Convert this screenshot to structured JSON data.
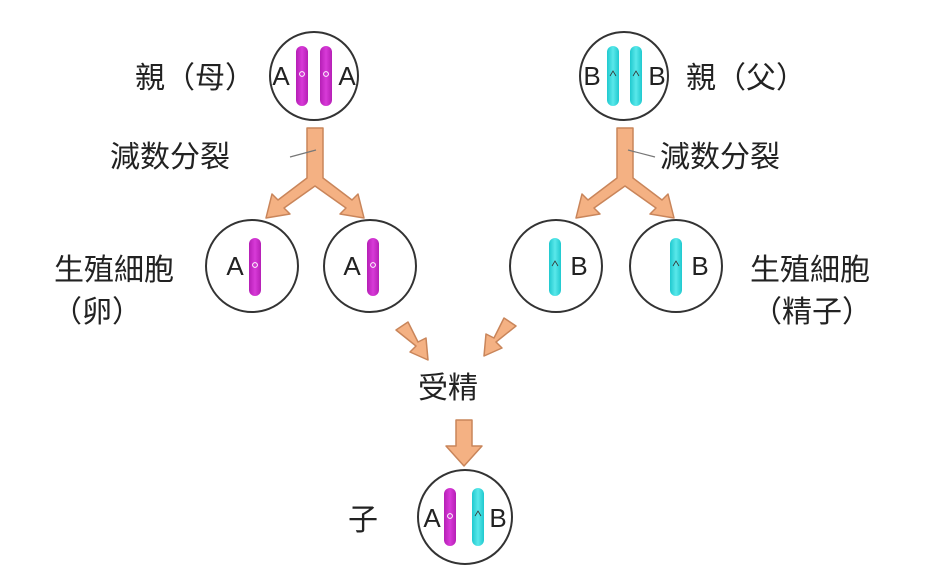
{
  "labels": {
    "parent_mother": "親（母）",
    "parent_father": "親（父）",
    "meiosis_left": "減数分裂",
    "meiosis_right": "減数分裂",
    "germ_cell_left": "生殖細胞",
    "egg": "（卵）",
    "germ_cell_right": "生殖細胞",
    "sperm": "（精子）",
    "fertilization": "受精",
    "child": "子"
  },
  "alleles": {
    "mother_left": "A",
    "mother_right": "A",
    "father_left": "B",
    "father_right": "B",
    "egg1": "A",
    "egg2": "A",
    "sperm1": "B",
    "sperm2": "B",
    "child_left": "A",
    "child_right": "B"
  },
  "colors": {
    "maternal_chromosome": "#cc33cc",
    "paternal_chromosome": "#33dddd",
    "arrow_fill": "#f4b183",
    "arrow_stroke": "#c9855a",
    "cell_outline": "#333333"
  }
}
